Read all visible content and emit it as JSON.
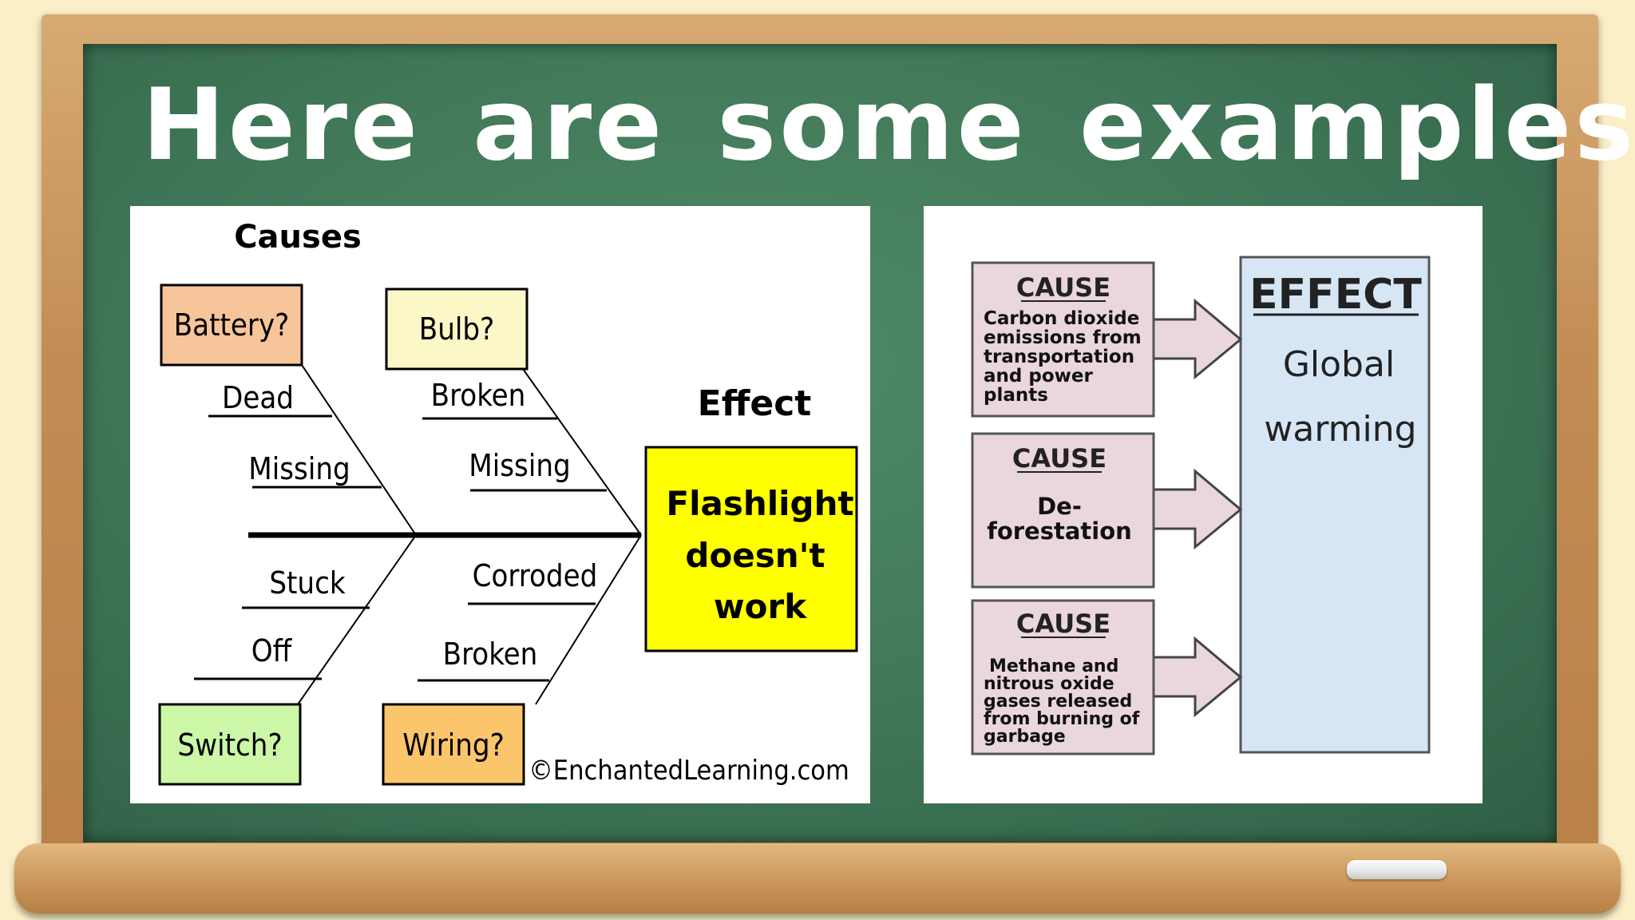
{
  "slide": {
    "title": "Here are some examples."
  },
  "fishbone": {
    "causes_label": "Causes",
    "effect_label": "Effect",
    "effect_lines": [
      "Flashlight",
      "doesn't",
      "work"
    ],
    "categories": {
      "battery": {
        "label": "Battery?",
        "color": "#f8c49a",
        "branches": [
          "Dead",
          "Missing"
        ]
      },
      "bulb": {
        "label": "Bulb?",
        "color": "#fbf7c6",
        "branches": [
          "Broken",
          "Missing"
        ]
      },
      "switch": {
        "label": "Switch?",
        "color": "#ccf7a6",
        "branches": [
          "Stuck",
          "Off"
        ]
      },
      "wiring": {
        "label": "Wiring?",
        "color": "#fbc56c",
        "branches": [
          "Corroded",
          "Broken"
        ]
      }
    },
    "effect_color": "#ffff00",
    "credit": "©EnchantedLearning.com"
  },
  "cause_effect": {
    "causes": [
      {
        "header": "CAUSE",
        "lines": [
          "Carbon dioxide",
          "emissions from",
          "transportation",
          "and power",
          "plants"
        ]
      },
      {
        "header": "CAUSE",
        "lines": [
          "De-",
          "forestation"
        ]
      },
      {
        "header": "CAUSE",
        "lines": [
          "Methane and",
          "nitrous oxide",
          "gases released",
          "from burning of",
          "garbage"
        ]
      }
    ],
    "effect": {
      "header": "EFFECT",
      "lines": [
        "Global",
        "warming"
      ]
    },
    "cause_color": "#ead6dd",
    "effect_color": "#d6e6f5"
  }
}
